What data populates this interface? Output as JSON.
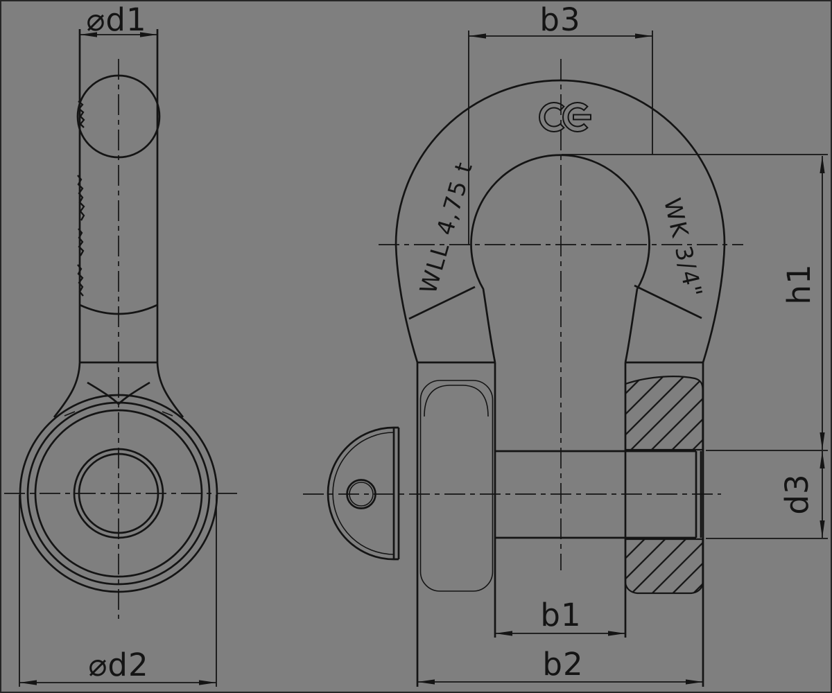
{
  "colors": {
    "background": "#7f7f7f",
    "line": "#141414"
  },
  "dimensions": {
    "d1": {
      "label": "⌀d1"
    },
    "d2": {
      "label": "⌀d2"
    },
    "b1": {
      "label": "b1"
    },
    "b2": {
      "label": "b2"
    },
    "b3": {
      "label": "b3"
    },
    "h1": {
      "label": "h1"
    },
    "d3": {
      "label": "d3"
    }
  },
  "markings": {
    "ce": "CE",
    "wll": "WLL 4,75 t",
    "wk": "WK 3/4\""
  }
}
